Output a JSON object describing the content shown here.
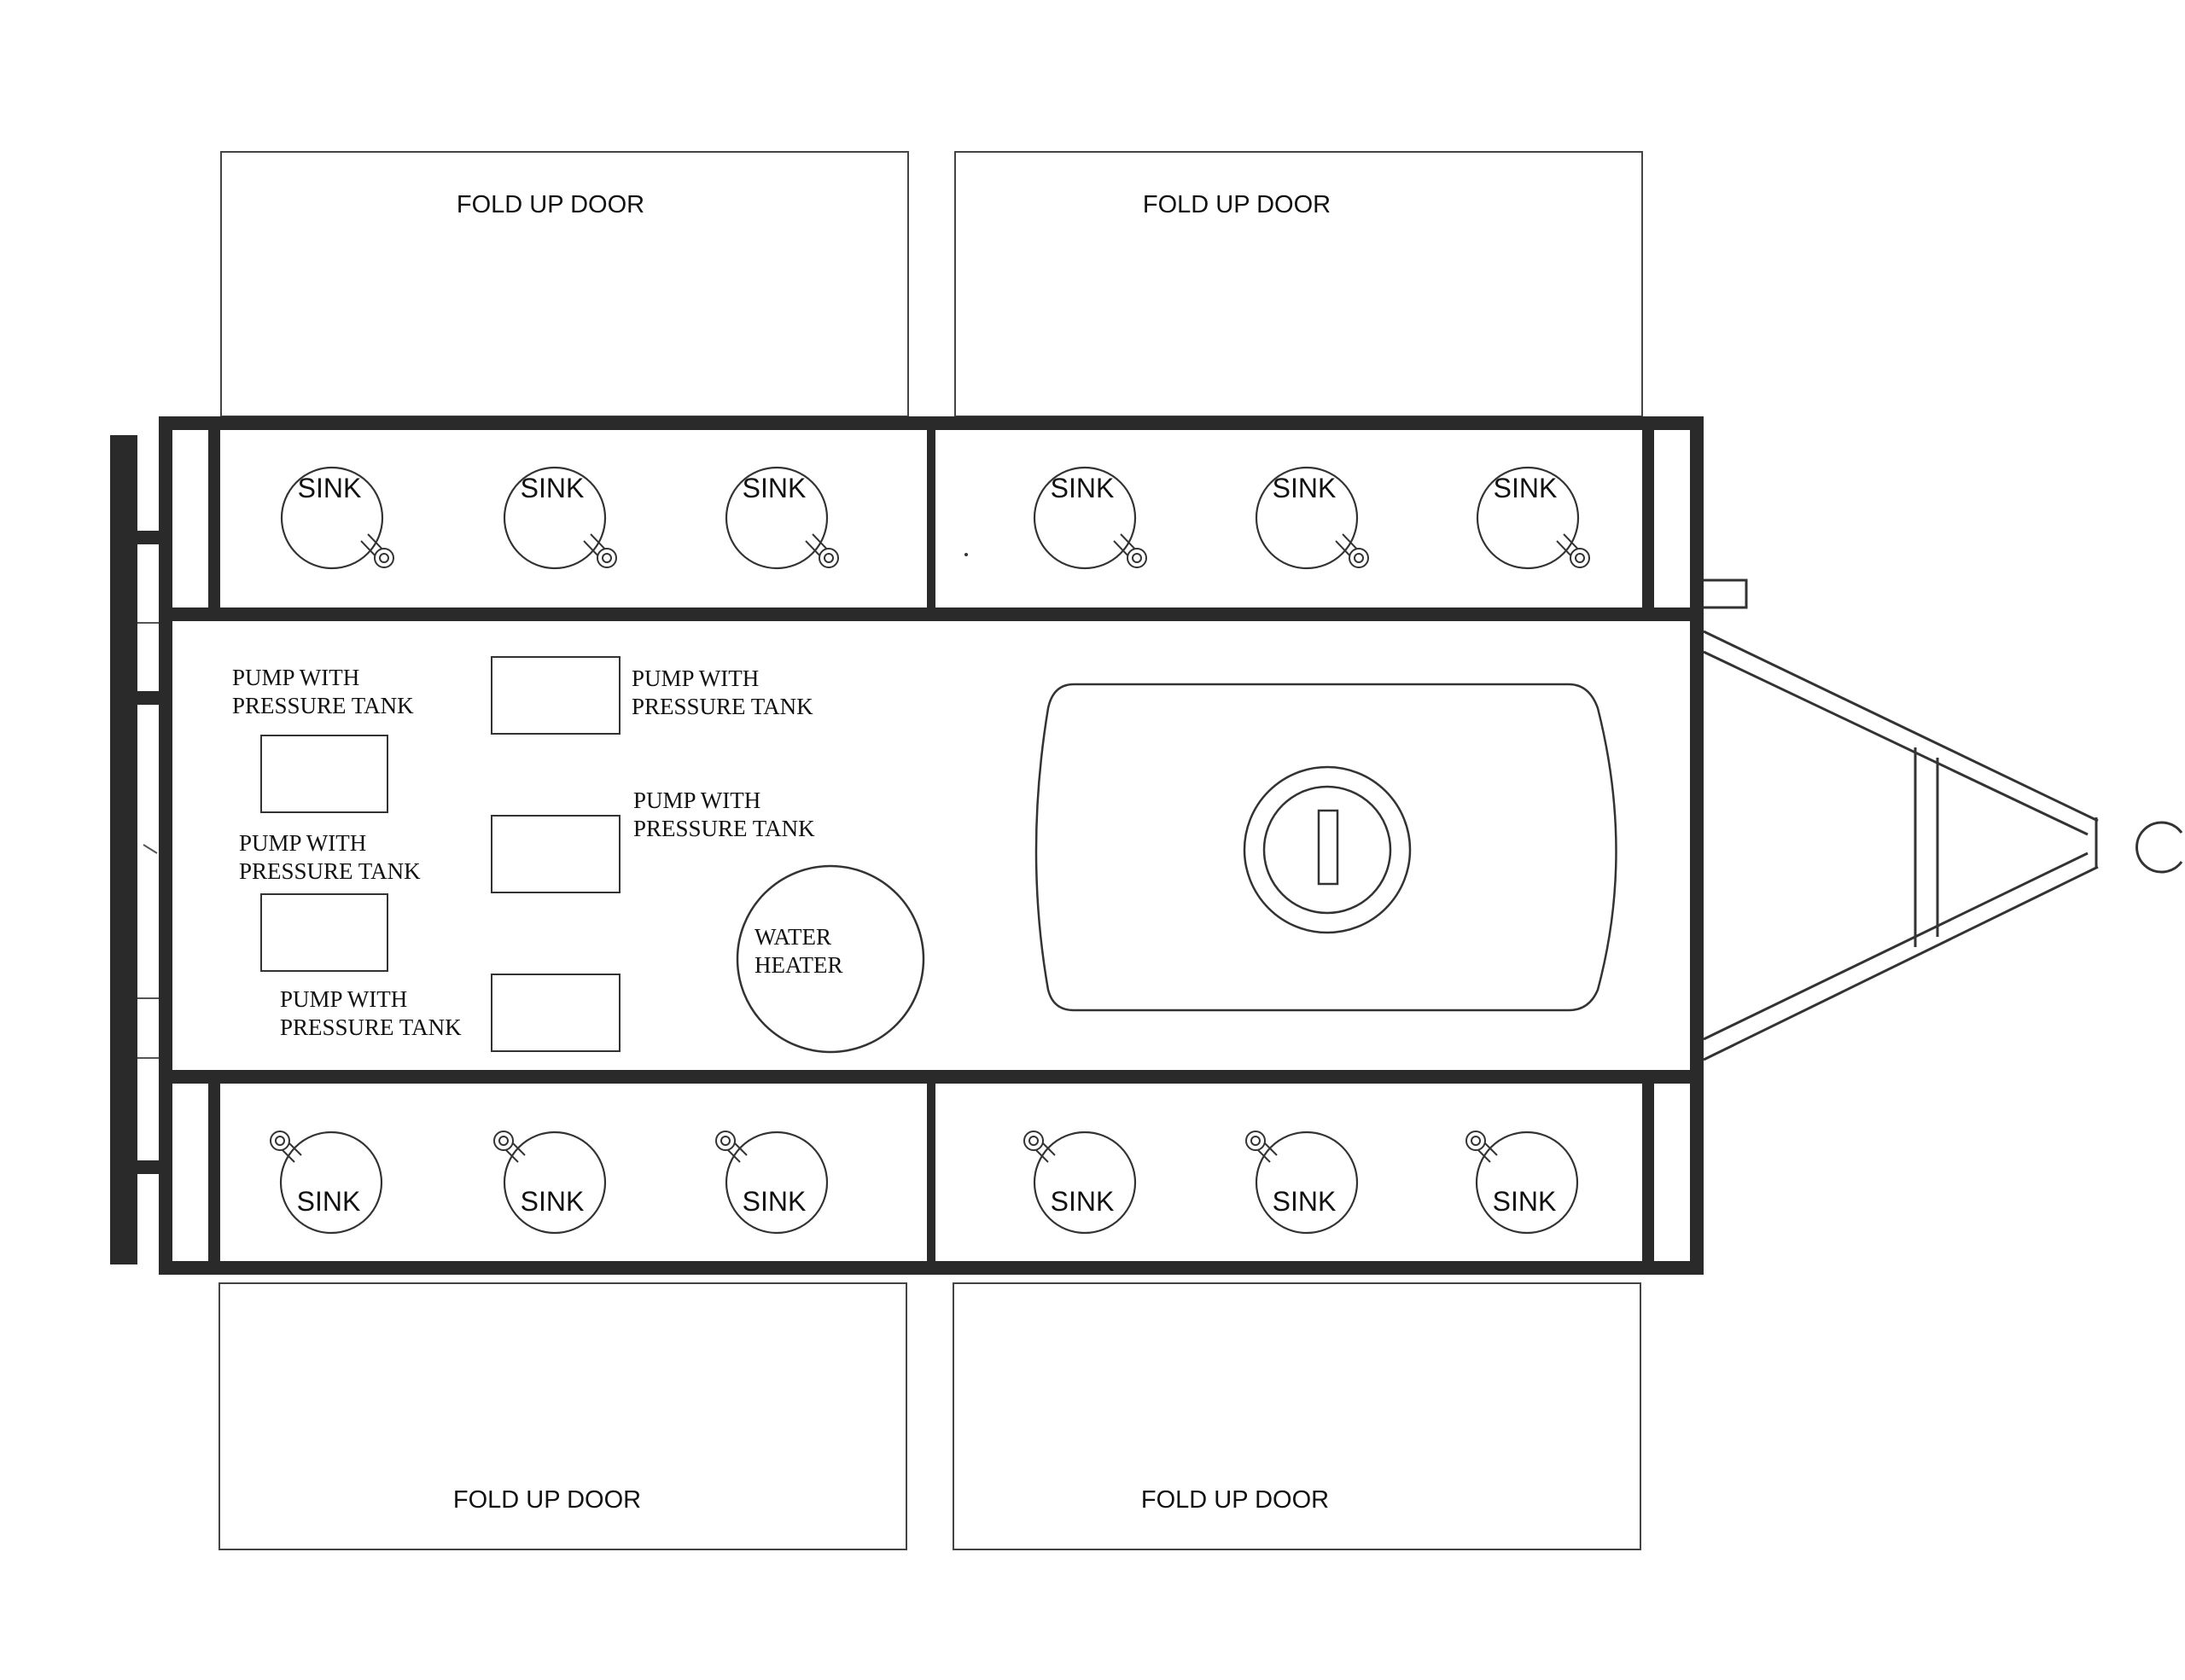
{
  "doors": {
    "top_left": "FOLD UP DOOR",
    "top_right": "FOLD UP DOOR",
    "bottom_left": "FOLD UP DOOR",
    "bottom_right": "FOLD UP DOOR"
  },
  "sinks": {
    "label": "SINK",
    "top_row_count": 6,
    "bottom_row_count": 6
  },
  "pumps": {
    "line1": "PUMP WITH",
    "line2": "PRESSURE TANK",
    "count": 5
  },
  "water_heater": {
    "line1": "WATER",
    "line2": "HEATER"
  },
  "colors": {
    "frame": "#2a2a2a",
    "line": "#333333",
    "background": "#ffffff"
  }
}
